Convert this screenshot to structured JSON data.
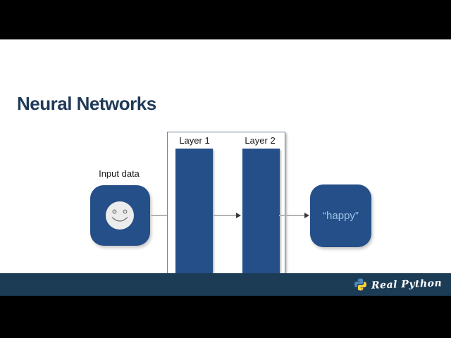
{
  "slide": {
    "title": "Neural Networks",
    "diagram": {
      "input_label": "Input data",
      "input_icon": "smiley-face-icon",
      "layers": [
        {
          "label": "Layer 1"
        },
        {
          "label": "Layer 2"
        }
      ],
      "output_label": "“happy”",
      "arrows": [
        "input-to-layer1",
        "layer1-to-layer2",
        "layer2-to-output"
      ]
    }
  },
  "footer": {
    "brand": "Real Python",
    "logo_icon": "python-logo-icon"
  },
  "colors": {
    "shape_navy": "#254f88",
    "title_navy": "#1f3a57",
    "banner_navy": "#1c3b55",
    "output_text_blue": "#9cc3e8",
    "face_gray": "#ececec",
    "letterbox_black": "#000000",
    "python_blue": "#4b8bbe",
    "python_yellow": "#ffd43b"
  }
}
